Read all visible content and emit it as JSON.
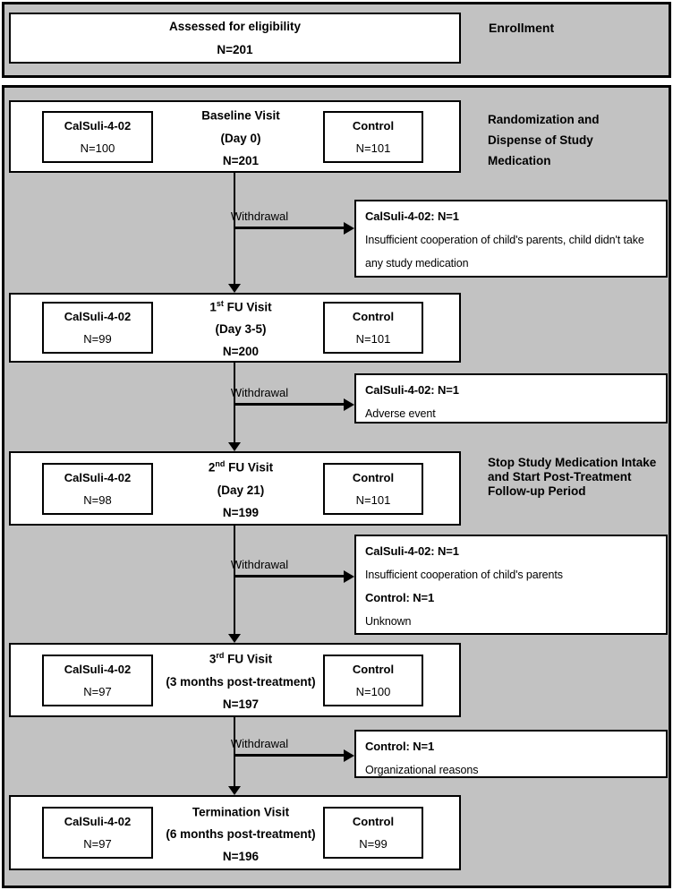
{
  "colors": {
    "frame_bg": "#c2c2c2",
    "box_bg": "#ffffff",
    "line": "#000000"
  },
  "enrollment": {
    "label": "Enrollment",
    "assessed": {
      "title": "Assessed for eligibility",
      "n": "N=201"
    }
  },
  "stage_labels": {
    "randomization": [
      "Randomization and",
      "Dispense of Study",
      "Medication"
    ],
    "stop_medication": [
      "Stop Study Medication Intake",
      "and Start Post-Treatment",
      "Follow-up Period"
    ]
  },
  "visits": [
    {
      "left": {
        "name": "CalSuli-4-02",
        "n": "N=100"
      },
      "center": {
        "num": "",
        "sup": "",
        "rest": "Baseline Visit",
        "detail": "(Day 0)",
        "n": "N=201"
      },
      "right": {
        "name": "Control",
        "n": "N=101"
      }
    },
    {
      "left": {
        "name": "CalSuli-4-02",
        "n": "N=99"
      },
      "center": {
        "num": "1",
        "sup": "st",
        "rest": " FU Visit",
        "detail": "(Day 3-5)",
        "n": "N=200"
      },
      "right": {
        "name": "Control",
        "n": "N=101"
      }
    },
    {
      "left": {
        "name": "CalSuli-4-02",
        "n": "N=98"
      },
      "center": {
        "num": "2",
        "sup": "nd",
        "rest": " FU Visit",
        "detail": "(Day 21)",
        "n": "N=199"
      },
      "right": {
        "name": "Control",
        "n": "N=101"
      }
    },
    {
      "left": {
        "name": "CalSuli-4-02",
        "n": "N=97"
      },
      "center": {
        "num": "3",
        "sup": "rd",
        "rest": " FU Visit",
        "detail": "(3 months post-treatment)",
        "n": "N=197"
      },
      "right": {
        "name": "Control",
        "n": "N=100"
      }
    },
    {
      "left": {
        "name": "CalSuli-4-02",
        "n": "N=97"
      },
      "center": {
        "num": "",
        "sup": "",
        "rest": "Termination Visit",
        "detail": "(6 months post-treatment)",
        "n": "N=196"
      },
      "right": {
        "name": "Control",
        "n": "N=99"
      }
    }
  ],
  "withdrawals": [
    {
      "label": "Withdrawal",
      "lines": [
        "CalSuli-4-02: N=1",
        "Insufficient cooperation of child's parents, child didn't take",
        "any study medication"
      ]
    },
    {
      "label": "Withdrawal",
      "lines": [
        "CalSuli-4-02: N=1",
        "Adverse event"
      ]
    },
    {
      "label": "Withdrawal",
      "lines": [
        "CalSuli-4-02: N=1",
        "Insufficient cooperation of child's parents",
        "Control: N=1",
        "Unknown"
      ]
    },
    {
      "label": "Withdrawal",
      "lines": [
        "Control: N=1",
        "Organizational reasons"
      ]
    }
  ]
}
